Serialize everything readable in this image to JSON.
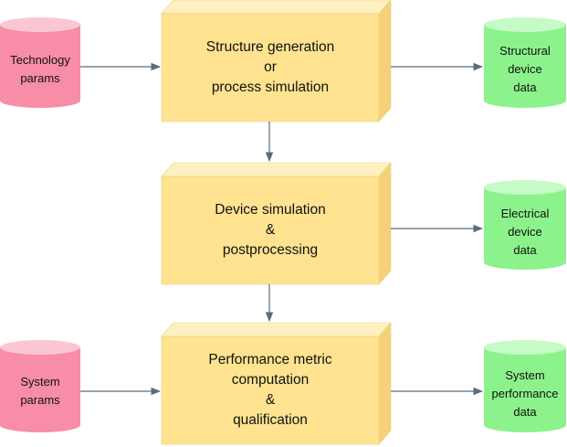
{
  "colors": {
    "process_front": "#FFE391",
    "process_top": "#FFF0C2",
    "process_side": "#F5D27A",
    "input_body": "#F78DA7",
    "input_top": "#FBC6D4",
    "output_body": "#8CF38C",
    "output_top": "#C6FAC6",
    "arrow": "#5B6B7B"
  },
  "processes": {
    "structure": [
      "Structure generation",
      "or",
      "process simulation"
    ],
    "device": [
      "Device simulation",
      "&",
      "postprocessing"
    ],
    "performance": [
      "Performance metric",
      "computation",
      "&",
      "qualification"
    ]
  },
  "inputs": {
    "technology": [
      "Technology",
      "params"
    ],
    "system": [
      "System",
      "params"
    ]
  },
  "outputs": {
    "structural": [
      "Structural",
      "device",
      "data"
    ],
    "electrical": [
      "Electrical",
      "device",
      "data"
    ],
    "system_perf": [
      "System",
      "performance",
      "data"
    ]
  }
}
